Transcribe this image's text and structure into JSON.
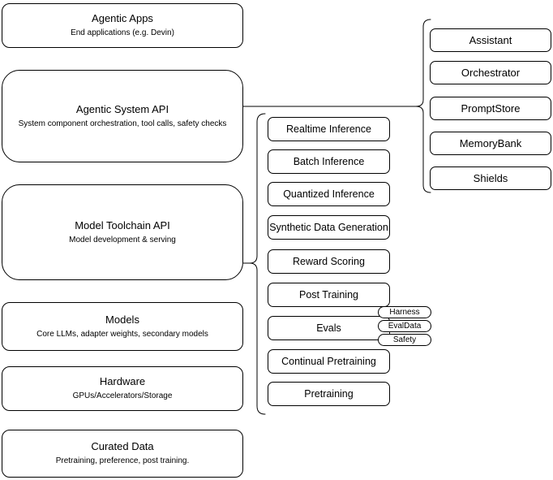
{
  "canvas": {
    "background": "#ffffff",
    "stroke": "#000000",
    "text_color": "#000000"
  },
  "left_stack": {
    "items": [
      {
        "title": "Agentic Apps",
        "subtitle": "End applications (e.g. Devin)"
      },
      {
        "title": "Agentic System API",
        "subtitle": "System component orchestration, tool calls, safety checks"
      },
      {
        "title": "Model Toolchain API",
        "subtitle": "Model development & serving"
      },
      {
        "title": "Models",
        "subtitle": "Core LLMs, adapter weights, secondary models"
      },
      {
        "title": "Hardware",
        "subtitle": "GPUs/Accelerators/Storage"
      },
      {
        "title": "Curated Data",
        "subtitle": "Pretraining, preference, post training."
      }
    ]
  },
  "toolchain_group": {
    "items": [
      "Realtime Inference",
      "Batch Inference",
      "Quantized Inference",
      "Synthetic Data Generation",
      "Reward Scoring",
      "Post Training",
      "Evals",
      "Continual Pretraining",
      "Pretraining"
    ]
  },
  "evals_tags": {
    "items": [
      "Harness",
      "EvalData",
      "Safety"
    ]
  },
  "system_group": {
    "items": [
      "Assistant",
      "Orchestrator",
      "PromptStore",
      "MemoryBank",
      "Shields"
    ]
  }
}
